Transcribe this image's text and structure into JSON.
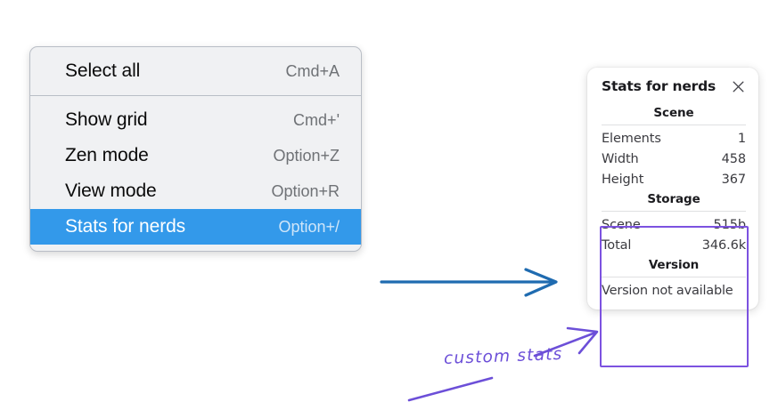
{
  "context_menu": {
    "name": "canvas-context-menu",
    "groups": [
      {
        "items": [
          {
            "label": "Select all",
            "shortcut": "Cmd+A",
            "selected": false
          }
        ]
      },
      {
        "items": [
          {
            "label": "Show grid",
            "shortcut": "Cmd+'",
            "selected": false
          },
          {
            "label": "Zen mode",
            "shortcut": "Option+Z",
            "selected": false
          },
          {
            "label": "View mode",
            "shortcut": "Option+R",
            "selected": false
          },
          {
            "label": "Stats for nerds",
            "shortcut": "Option+/",
            "selected": true
          }
        ]
      }
    ],
    "highlight_color": "#3399ea"
  },
  "stats_panel": {
    "title": "Stats for nerds",
    "close_icon": "close-icon",
    "sections": [
      {
        "heading": "Scene",
        "rows": [
          {
            "label": "Elements",
            "value": "1"
          },
          {
            "label": "Width",
            "value": "458"
          },
          {
            "label": "Height",
            "value": "367"
          }
        ]
      },
      {
        "heading": "Storage",
        "rows": [
          {
            "label": "Scene",
            "value": "515b"
          },
          {
            "label": "Total",
            "value": "346.6k"
          }
        ]
      },
      {
        "heading": "Version",
        "full_row": "Version not available"
      }
    ],
    "highlight_color": "#7c52e0"
  },
  "annotations": {
    "handwritten_note": "custom stats",
    "note_color": "#6c4fd8",
    "flow_arrow_color": "#1f6bb0"
  }
}
